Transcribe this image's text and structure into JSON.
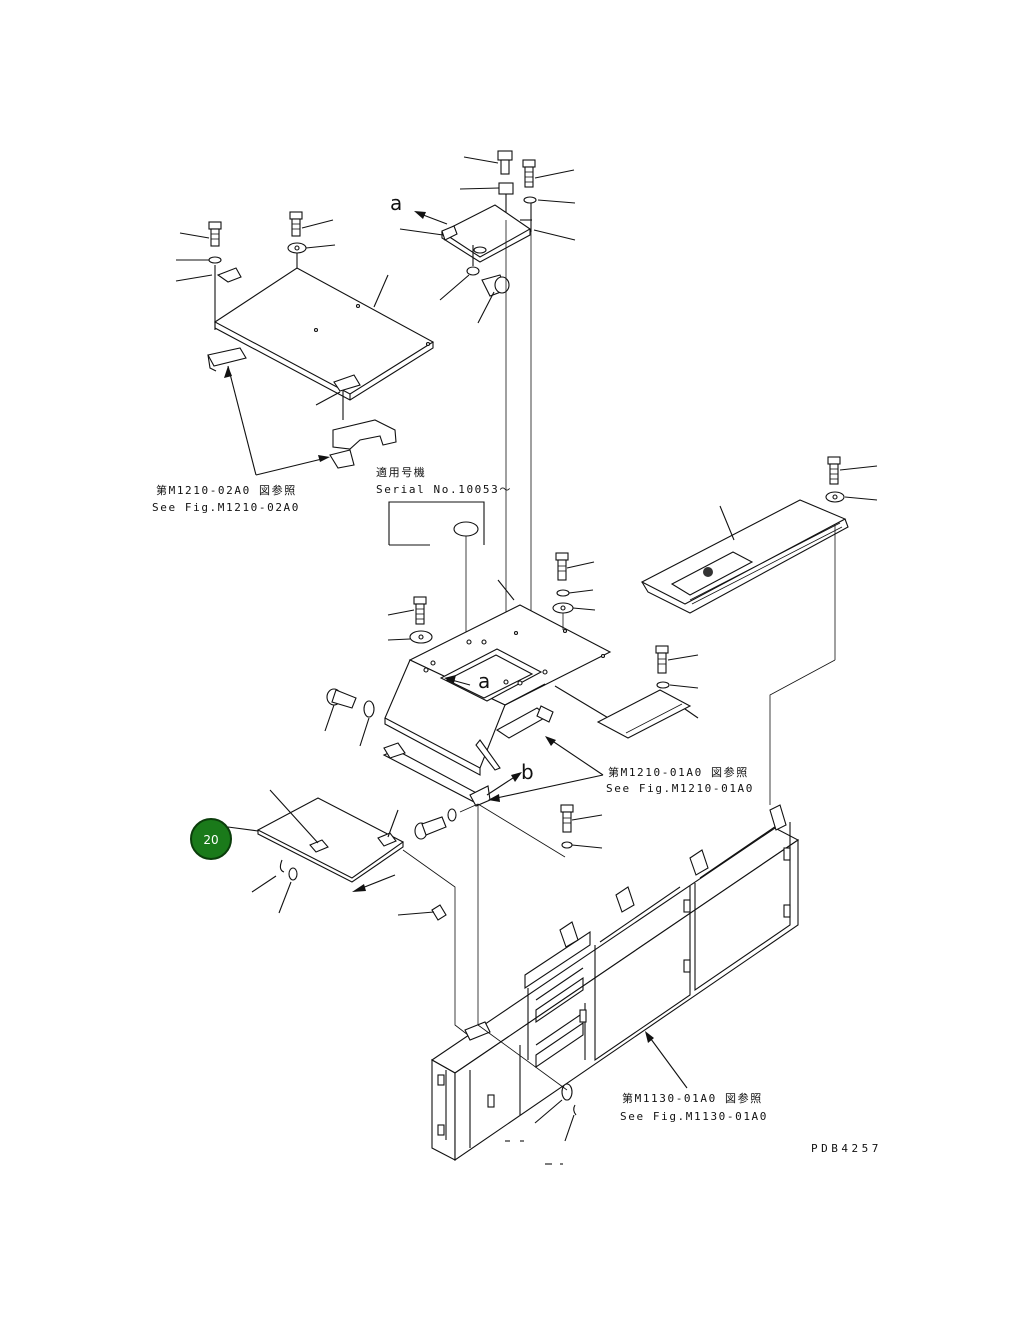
{
  "figure": {
    "drawing_number": "PDB4257",
    "callouts": [
      {
        "id": "ref-top-left",
        "jp": "第M1210-02A0 図参照",
        "en": "See Fig.M1210-02A0"
      },
      {
        "id": "ref-middle-right",
        "jp": "第M1210-01A0 図参照",
        "en": "See Fig.M1210-01A0"
      },
      {
        "id": "ref-bottom",
        "jp": "第M1130-01A0 図参照",
        "en": "See Fig.M1130-01A0"
      }
    ],
    "serial_note": {
      "jp": "適用号機",
      "en": "Serial No.10053～"
    },
    "letters": {
      "a": "a",
      "b": "b"
    },
    "highlight": {
      "number": "20",
      "color": "#1a7a1a",
      "border": "#0b3d0b"
    }
  }
}
